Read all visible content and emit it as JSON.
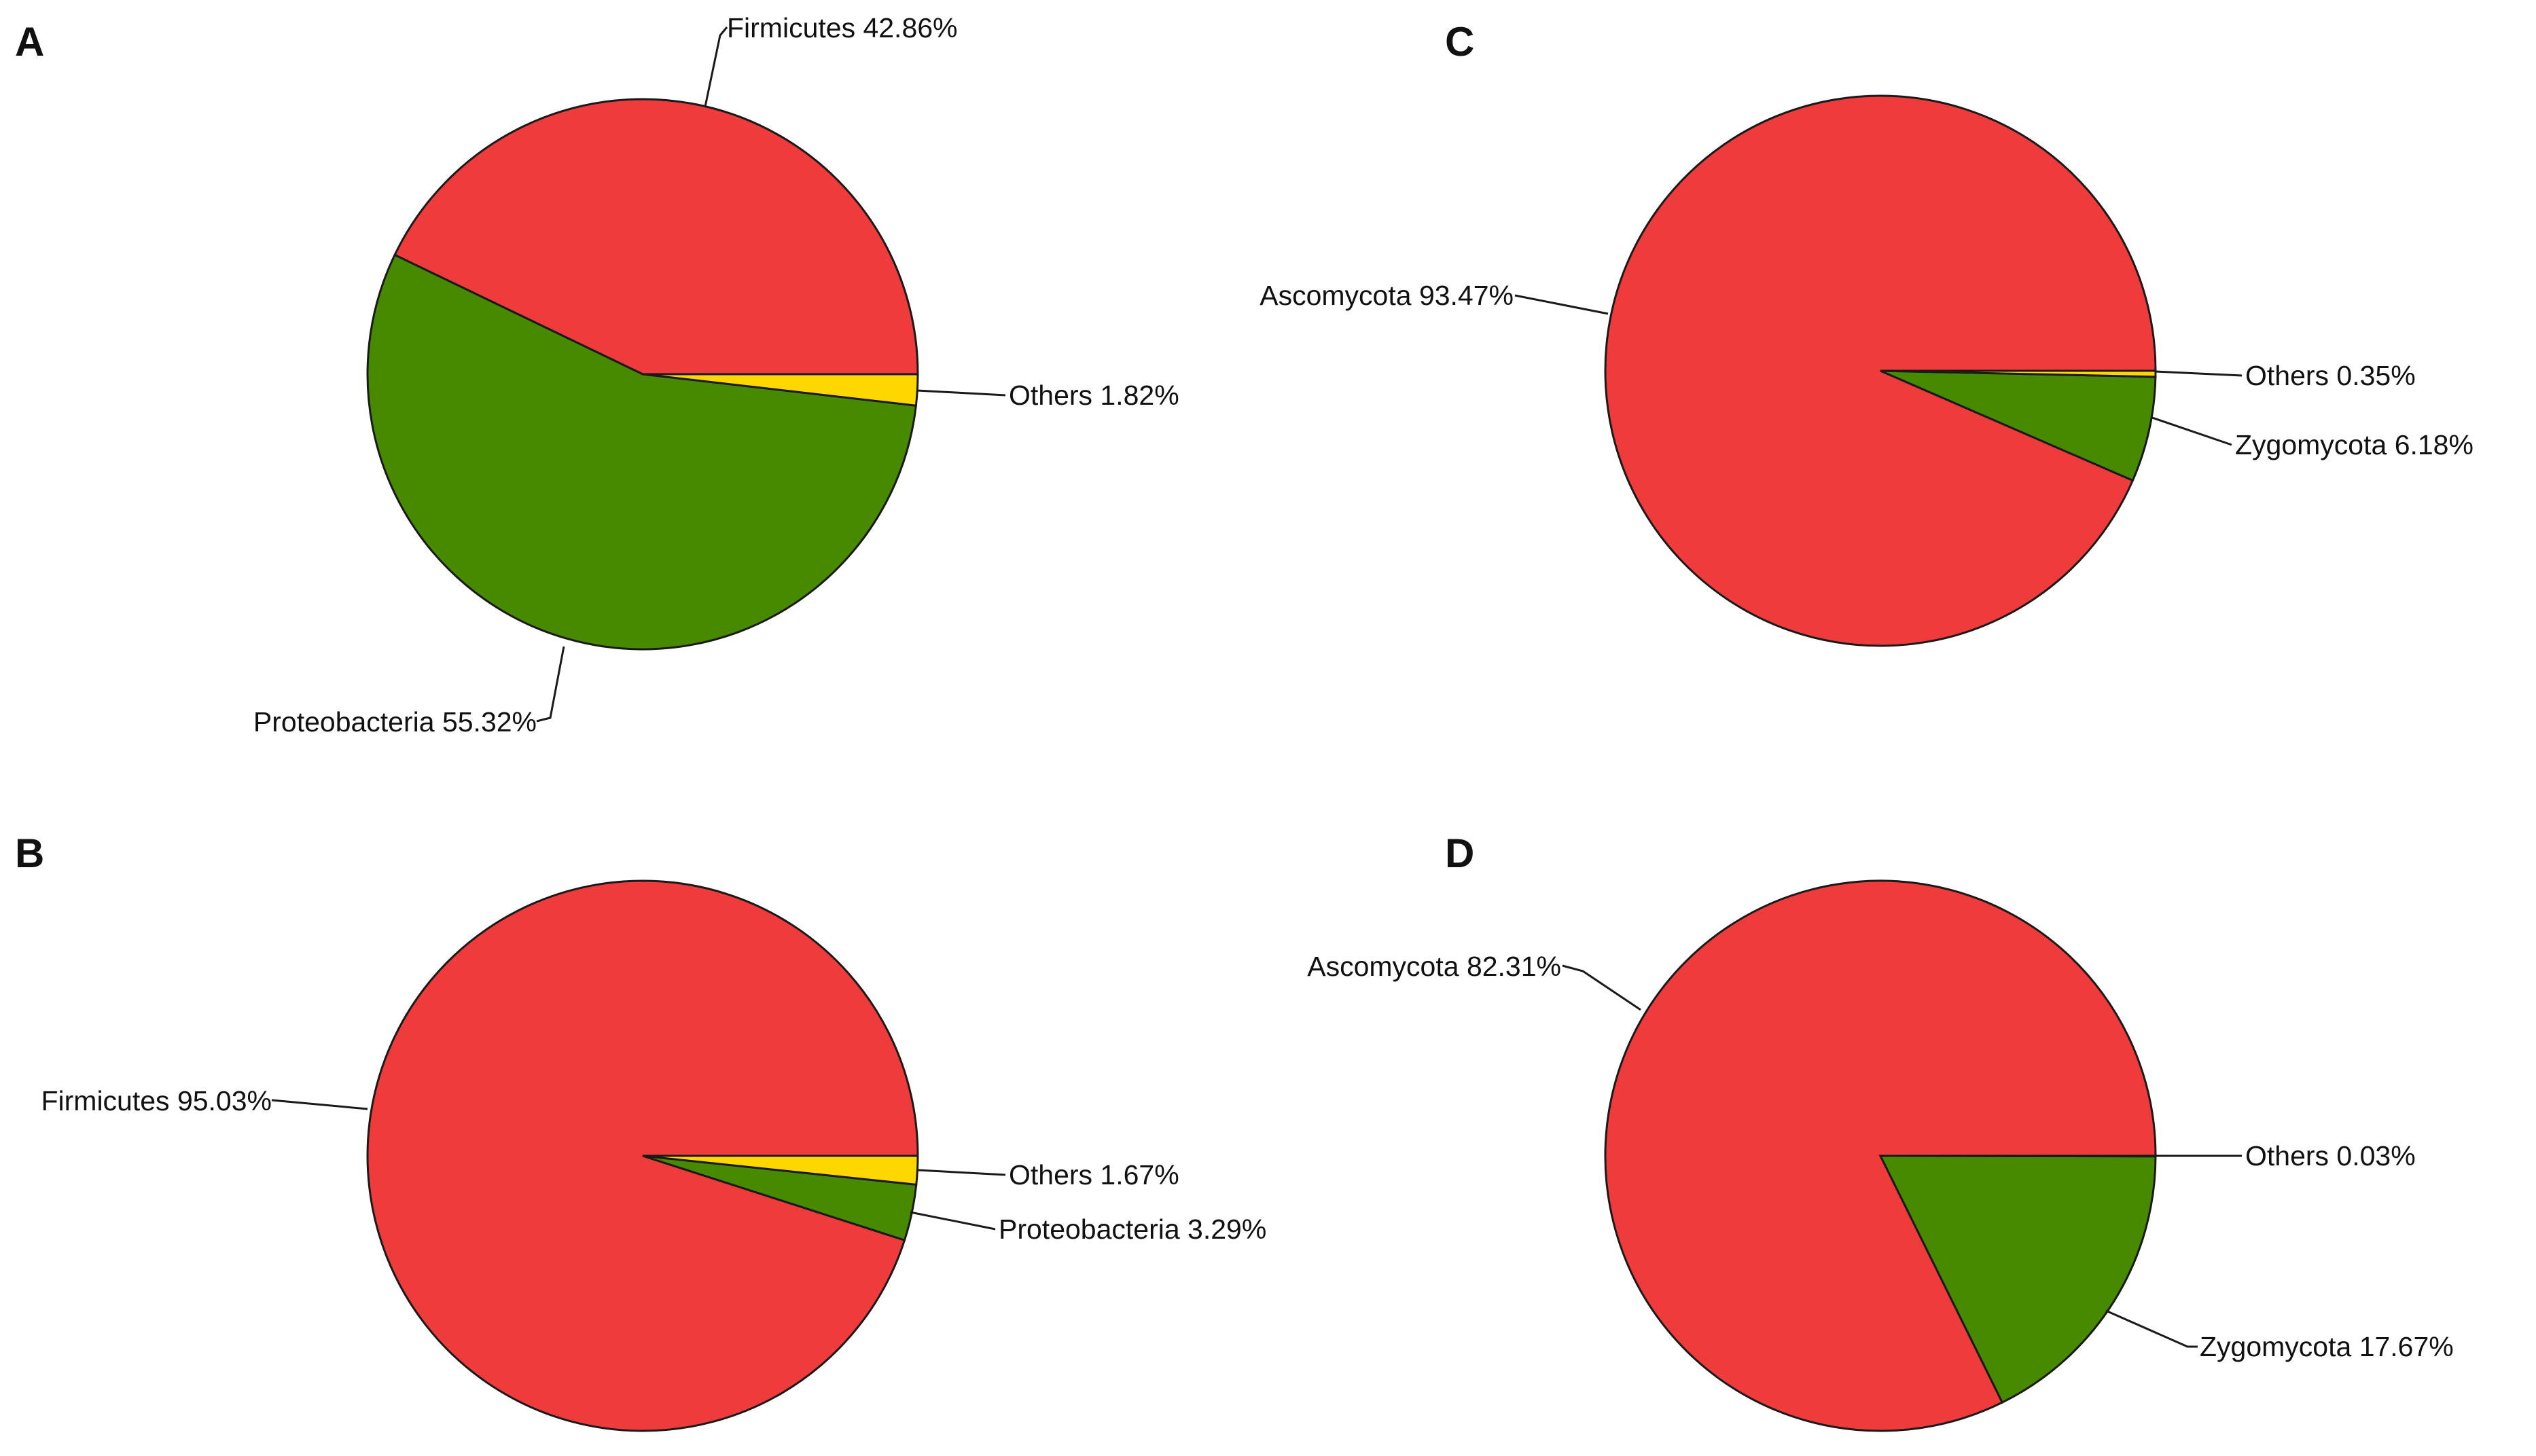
{
  "colors": {
    "red": "#ef3b3b",
    "green": "#478a00",
    "yellow": "#ffd700"
  },
  "chart_data": [
    {
      "type": "pie",
      "panel": "A",
      "slices": [
        {
          "name": "Firmicutes",
          "value": 42.86,
          "label": "Firmicutes 42.86%",
          "color": "#ef3b3b"
        },
        {
          "name": "Proteobacteria",
          "value": 55.32,
          "label": "Proteobacteria 55.32%",
          "color": "#478a00"
        },
        {
          "name": "Others",
          "value": 1.82,
          "label": "Others 1.82%",
          "color": "#ffd700"
        }
      ]
    },
    {
      "type": "pie",
      "panel": "B",
      "slices": [
        {
          "name": "Firmicutes",
          "value": 95.03,
          "label": "Firmicutes 95.03%",
          "color": "#ef3b3b"
        },
        {
          "name": "Proteobacteria",
          "value": 3.29,
          "label": "Proteobacteria 3.29%",
          "color": "#478a00"
        },
        {
          "name": "Others",
          "value": 1.67,
          "label": "Others 1.67%",
          "color": "#ffd700"
        }
      ]
    },
    {
      "type": "pie",
      "panel": "C",
      "slices": [
        {
          "name": "Ascomycota",
          "value": 93.47,
          "label": "Ascomycota 93.47%",
          "color": "#ef3b3b"
        },
        {
          "name": "Zygomycota",
          "value": 6.18,
          "label": "Zygomycota 6.18%",
          "color": "#478a00"
        },
        {
          "name": "Others",
          "value": 0.35,
          "label": "Others 0.35%",
          "color": "#ffd700"
        }
      ]
    },
    {
      "type": "pie",
      "panel": "D",
      "slices": [
        {
          "name": "Ascomycota",
          "value": 82.31,
          "label": "Ascomycota 82.31%",
          "color": "#ef3b3b"
        },
        {
          "name": "Zygomycota",
          "value": 17.67,
          "label": "Zygomycota 17.67%",
          "color": "#478a00"
        },
        {
          "name": "Others",
          "value": 0.03,
          "label": "Others 0.03%",
          "color": "#ffd700"
        }
      ]
    }
  ]
}
